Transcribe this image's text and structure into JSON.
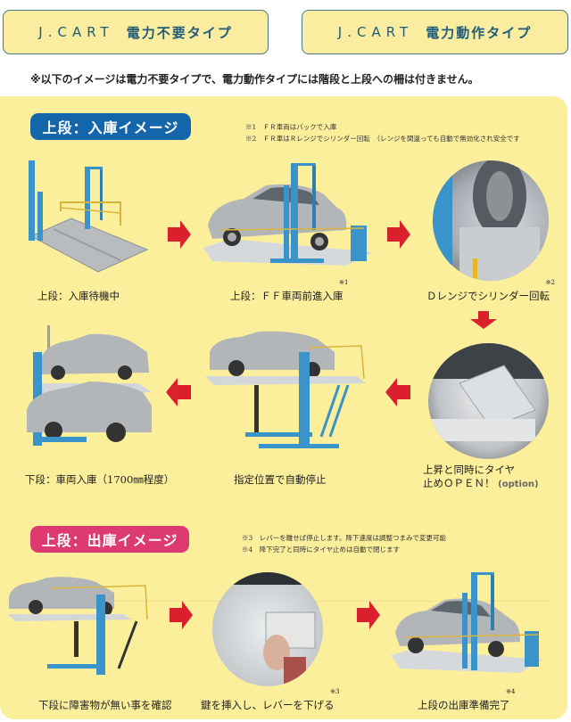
{
  "header": {
    "buttons": [
      {
        "brand": "J.CART",
        "label": "電力不要タイプ"
      },
      {
        "brand": "J.CART",
        "label": "電力動作タイプ"
      }
    ],
    "note": "※以下のイメージは電力不要タイプで、電力動作タイプには階段と上段への柵は付きません。"
  },
  "sections": {
    "entry": {
      "tag": "上段：入庫イメージ",
      "footnotes": [
        "※1　ＦＲ車両はバックで入庫",
        "※2　ＦＲ車はＲレンジでシリンダー回転　（レンジを間違っても自動で無効化され安全です"
      ],
      "steps": [
        {
          "caption": "上段：入庫待機中",
          "ref": ""
        },
        {
          "caption": "上段：ＦＦ車両前進入庫",
          "ref": "※1"
        },
        {
          "caption": "Ｄレンジでシリンダー回転",
          "ref": "※2"
        },
        {
          "caption_line1": "上昇と同時にタイヤ",
          "caption_line2": "止めＯＰＥＮ！",
          "option": "(option)"
        },
        {
          "caption": "指定位置で自動停止"
        },
        {
          "caption": "下段：車両入庫（1700㎜程度）"
        }
      ]
    },
    "exit": {
      "tag": "上段：出庫イメージ",
      "footnotes": [
        "※3　レバーを離せば停止します。降下速度は調整つまみで変更可能",
        "※4　降下完了と同時にタイヤ止めは自動で閉じます"
      ],
      "steps": [
        {
          "caption": "下段に障害物が無い事を確認",
          "ref": ""
        },
        {
          "caption": "鍵を挿入し、レバーを下げる",
          "ref": "※3"
        },
        {
          "caption": "上段の出庫準備完了",
          "ref": "※4"
        }
      ]
    }
  },
  "colors": {
    "panel_bg": "#fbef9c",
    "entry_tag": "#1466ab",
    "exit_tag": "#dc3a70",
    "arrow": "#d9202c",
    "lift_blue": "#3a93c9"
  }
}
